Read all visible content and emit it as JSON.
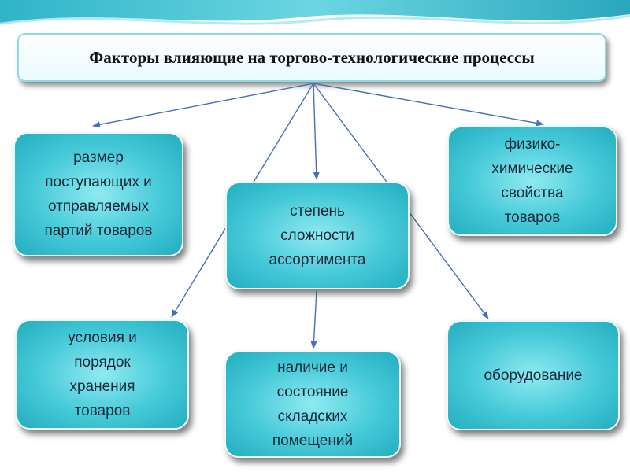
{
  "title": "Факторы влияющие на торгово-технологические процессы",
  "factors": {
    "size": "размер\nпоступающих и\nотправляемых\nпартий товаров",
    "complexity": "степень\nсложности\nассортимента",
    "physchem": "физико-\nхимические\nсвойства\nтоваров",
    "storage": "условия и\nпорядок\nхранения\nтоваров",
    "warehouse": "наличие и\nсостояние\nскладских\nпомещений",
    "equipment": "оборудование"
  },
  "colors": {
    "box_fill": "#45c9d8",
    "arrow": "#4a6fb5",
    "title_border": "#8fd9e3"
  }
}
